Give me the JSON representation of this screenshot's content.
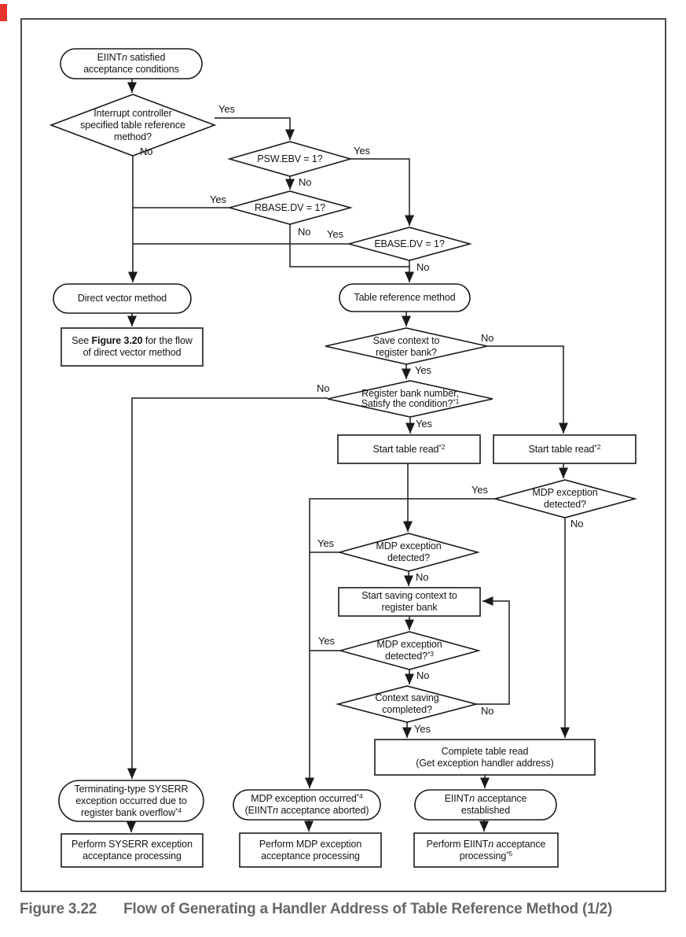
{
  "figure": {
    "caption_label": "Figure 3.22",
    "caption_title": "Flow of Generating a Handler Address of Table Reference Method (1/2)"
  },
  "labels": {
    "yes": "Yes",
    "no": "No"
  },
  "colors": {
    "line": "#1a1a1a",
    "text": "#141414",
    "caption": "#65676a",
    "change_bar": "#e8352c",
    "background": "#ffffff"
  },
  "nodes": {
    "start": {
      "l1a": "EIINT",
      "l1b": "n",
      "l1c": " satisfied",
      "l2": "acceptance conditions"
    },
    "decision_table_ref": {
      "l1": "Interrupt controller",
      "l2": "specified table reference",
      "l3": "method?"
    },
    "decision_psw_ebv": {
      "l1": "PSW.EBV = 1?"
    },
    "decision_rbase_dv": {
      "l1": "RBASE.DV = 1?"
    },
    "decision_ebase_dv": {
      "l1": "EBASE.DV = 1?"
    },
    "direct_vector": {
      "l1": "Direct vector method"
    },
    "see_figure": {
      "l1a": "See ",
      "l1b": "Figure 3.20",
      "l1c": " for the flow",
      "l2": "of direct vector method"
    },
    "table_reference": {
      "l1": "Table reference method"
    },
    "decision_save_context": {
      "l1": "Save context to",
      "l2": "register bank?"
    },
    "decision_register_bank": {
      "l1": "Register bank number,",
      "l2a": "Satisfy the condition?",
      "l2sup": "*1"
    },
    "start_table_read_left": {
      "l1": "Start table read",
      "sup": "*2"
    },
    "start_table_read_right": {
      "l1": "Start table read",
      "sup": "*2"
    },
    "decision_mdp_right": {
      "l1": "MDP exception",
      "l2": "detected?"
    },
    "decision_mdp_left": {
      "l1": "MDP exception",
      "l2": "detected?"
    },
    "start_saving": {
      "l1": "Start saving context to",
      "l2": "register bank"
    },
    "decision_mdp_3": {
      "l1": "MDP exception",
      "l2a": "detected?",
      "l2sup": "*3"
    },
    "decision_context_saving": {
      "l1": "Context saving",
      "l2": "completed?"
    },
    "complete_table_read": {
      "l1": "Complete table read",
      "l2": "(Get exception handler address)"
    },
    "syserr_occurred": {
      "l1": "Terminating-type SYSERR",
      "l2": "exception occurred due to",
      "l3a": "register bank overflow",
      "l3sup": "*4"
    },
    "perform_syserr": {
      "l1": "Perform SYSERR exception",
      "l2": "acceptance processing"
    },
    "mdp_occurred": {
      "l1a": "MDP exception occurred",
      "l1sup": "*4",
      "l2a": "(EIINT",
      "l2b": "n",
      "l2c": " acceptance aborted)"
    },
    "perform_mdp": {
      "l1": "Perform MDP exception",
      "l2": "acceptance processing"
    },
    "eiint_established": {
      "l1a": "EIINT",
      "l1b": "n",
      "l1c": " acceptance",
      "l2": "established"
    },
    "perform_eiint": {
      "l1a": "Perform EIINT",
      "l1b": "n",
      "l1c": " acceptance",
      "l2a": "processing",
      "l2sup": "*5"
    }
  }
}
